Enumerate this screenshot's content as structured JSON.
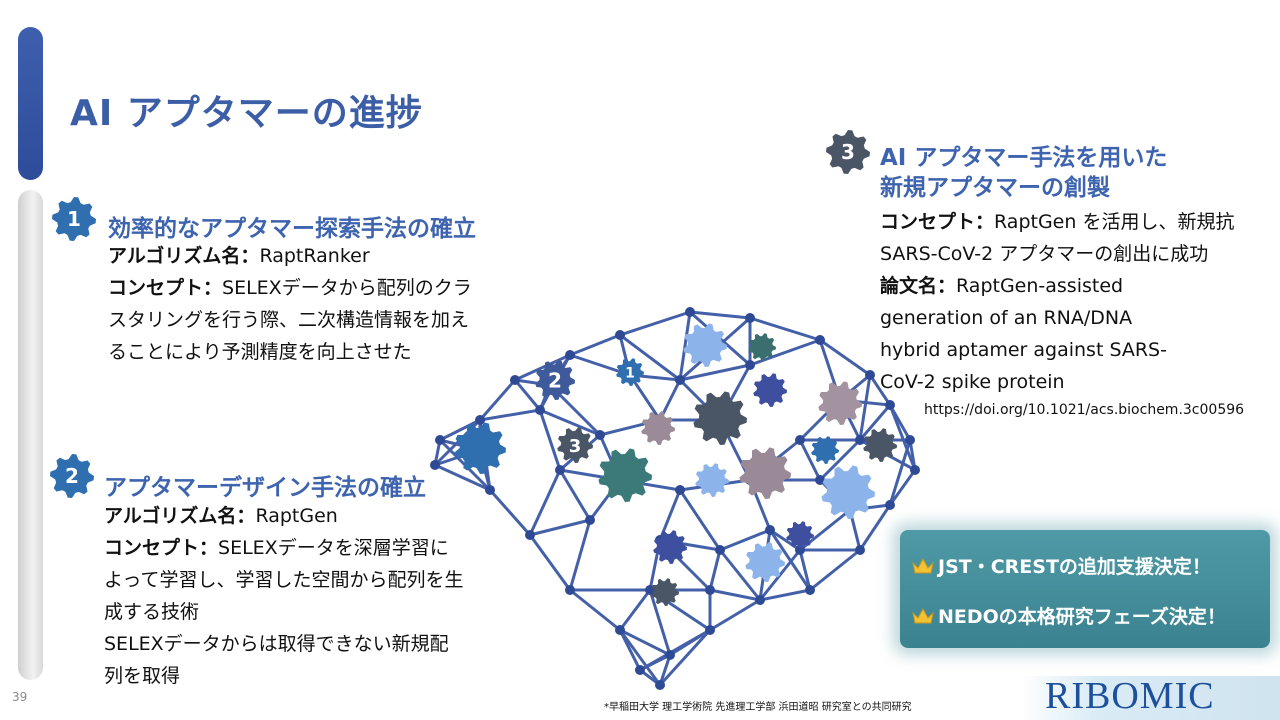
{
  "title": "AI アプタマーの進捗",
  "sections": [
    {
      "number": "1",
      "heading": "効率的なアプタマー探索手法の確立",
      "lines": [
        {
          "label": "アルゴリズム名：",
          "text": "RaptRanker"
        },
        {
          "label": "コンセプト：",
          "text": "SELEXデータから配列のクラ"
        },
        {
          "label": "",
          "text": "スタリングを行う際、二次構造情報を加え"
        },
        {
          "label": "",
          "text": "ることにより予測精度を向上させた"
        }
      ]
    },
    {
      "number": "2",
      "heading": "アプタマーデザイン手法の確立",
      "lines": [
        {
          "label": "アルゴリズム名：",
          "text": "RaptGen"
        },
        {
          "label": "コンセプト：",
          "text": "SELEXデータを深層学習に"
        },
        {
          "label": "",
          "text": "よって学習し、学習した空間から配列を生"
        },
        {
          "label": "",
          "text": "成する技術"
        },
        {
          "label": "",
          "text": "SELEXデータからは取得できない新規配"
        },
        {
          "label": "",
          "text": "列を取得"
        }
      ]
    },
    {
      "number": "3",
      "heading_lines": [
        "AI アプタマー手法を用いた",
        "新規アプタマーの創製"
      ],
      "lines": [
        {
          "label": "コンセプト：",
          "text": "RaptGen を活用し、新規抗"
        },
        {
          "label": "",
          "text": "SARS-CoV-2 アプタマーの創出に成功"
        },
        {
          "label": "論文名：",
          "text": "RaptGen-assisted"
        },
        {
          "label": "",
          "text": "generation of an RNA/DNA"
        },
        {
          "label": "",
          "text": "hybrid aptamer against SARS-"
        },
        {
          "label": "",
          "text": "CoV-2 spike protein"
        }
      ],
      "doi": "https://doi.org/10.1021/acs.biochem.3c00596"
    }
  ],
  "news": [
    "JST・CRESTの追加支援決定！",
    "NEDOの本格研究フェーズ決定！"
  ],
  "brain_gear_labels": [
    "1",
    "2",
    "3"
  ],
  "page_number": "39",
  "footnote": "*早稲田大学 理工学術院 先進理工学部 浜田道昭 研究室との共同研究",
  "logo": "RIBOMIC",
  "colors": {
    "accent_blue": "#3c5ea6",
    "heading_blue": "#3e64b0",
    "badge_blue": "#2f6fb0",
    "news_teal": "#448d9a",
    "crown_gold": "#f2c232",
    "network_line": "#4460a8"
  }
}
